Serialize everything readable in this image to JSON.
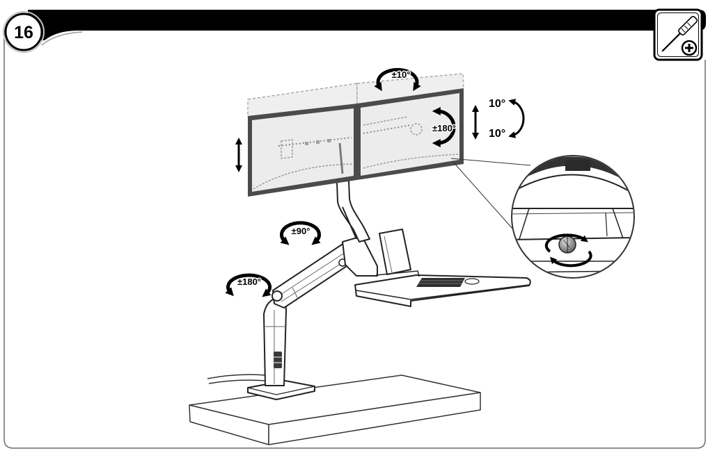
{
  "step": {
    "number": "16"
  },
  "labels": {
    "monitor_tilt": "±10°",
    "monitor_rotation": "±180°",
    "tilt_up": "10°",
    "tilt_down": "10°",
    "arm_swivel": "±90°",
    "base_swivel": "±180°"
  },
  "icons": {
    "tool": "phillips-screwdriver-icon"
  },
  "colors": {
    "header_bar": "#000000",
    "frame": "#6b6b6b",
    "monitor_bezel": "#4b4b4b",
    "screen": "#ececec"
  }
}
